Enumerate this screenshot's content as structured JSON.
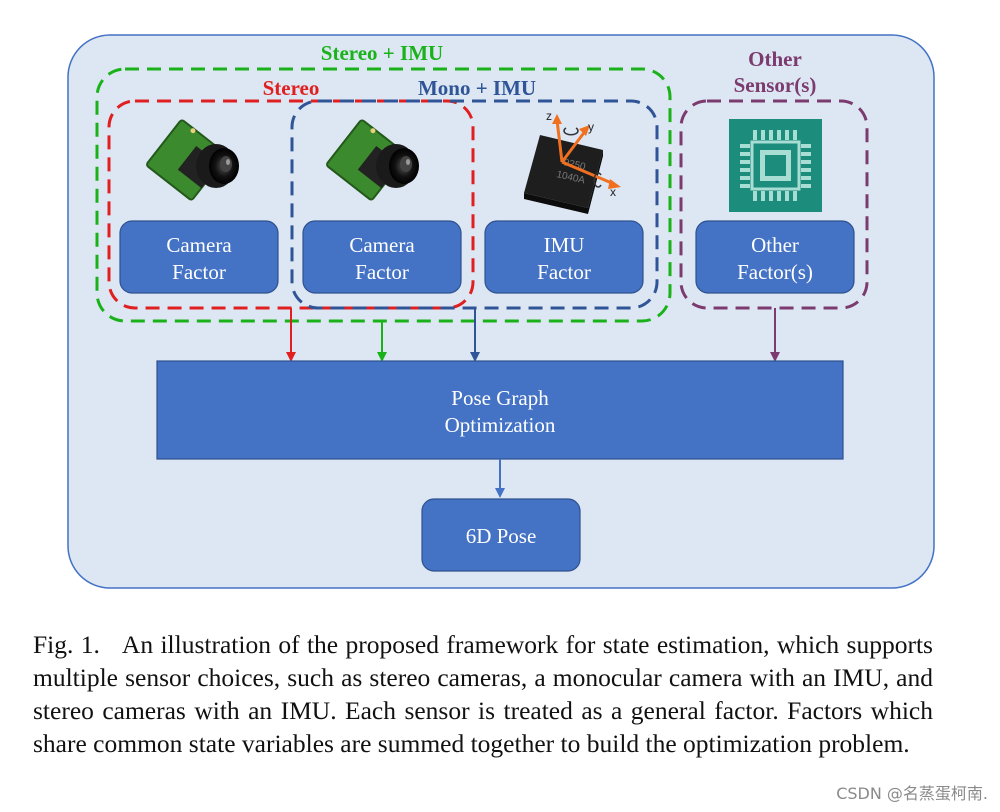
{
  "groups": {
    "stereo_imu": "Stereo + IMU",
    "stereo": "Stereo",
    "mono_imu": "Mono + IMU",
    "other_sensors_line1": "Other",
    "other_sensors_line2": "Sensor(s)"
  },
  "factors": [
    {
      "line1": "Camera",
      "line2": "Factor"
    },
    {
      "line1": "Camera",
      "line2": "Factor"
    },
    {
      "line1": "IMU",
      "line2": "Factor"
    },
    {
      "line1": "Other",
      "line2": "Factor(s)"
    }
  ],
  "optimizer": {
    "line1": "Pose Graph",
    "line2": "Optimization"
  },
  "output": {
    "label": "6D Pose"
  },
  "imu_chip": {
    "axis_z": "z",
    "axis_y": "y",
    "axis_x": "x",
    "marking1": "9250",
    "marking2": "1040A"
  },
  "caption": {
    "label": "Fig. 1.",
    "text": "An illustration of the proposed framework for state estimation, which supports multiple sensor choices, such as stereo cameras, a monocular camera with an IMU, and stereo cameras with an IMU. Each sensor is treated as a general factor. Factors which share common state variables are summed together to build the optimization problem."
  },
  "watermark": "CSDN @名蒸蛋柯南.",
  "colors": {
    "panel_bg": "#dde7f3",
    "panel_border": "#4472c4",
    "node_fill": "#4472c4",
    "node_border": "#2f528f",
    "stereo_imu": "#1ab21a",
    "stereo": "#e02020",
    "mono_imu": "#2f5597",
    "other": "#7b3b6f"
  }
}
